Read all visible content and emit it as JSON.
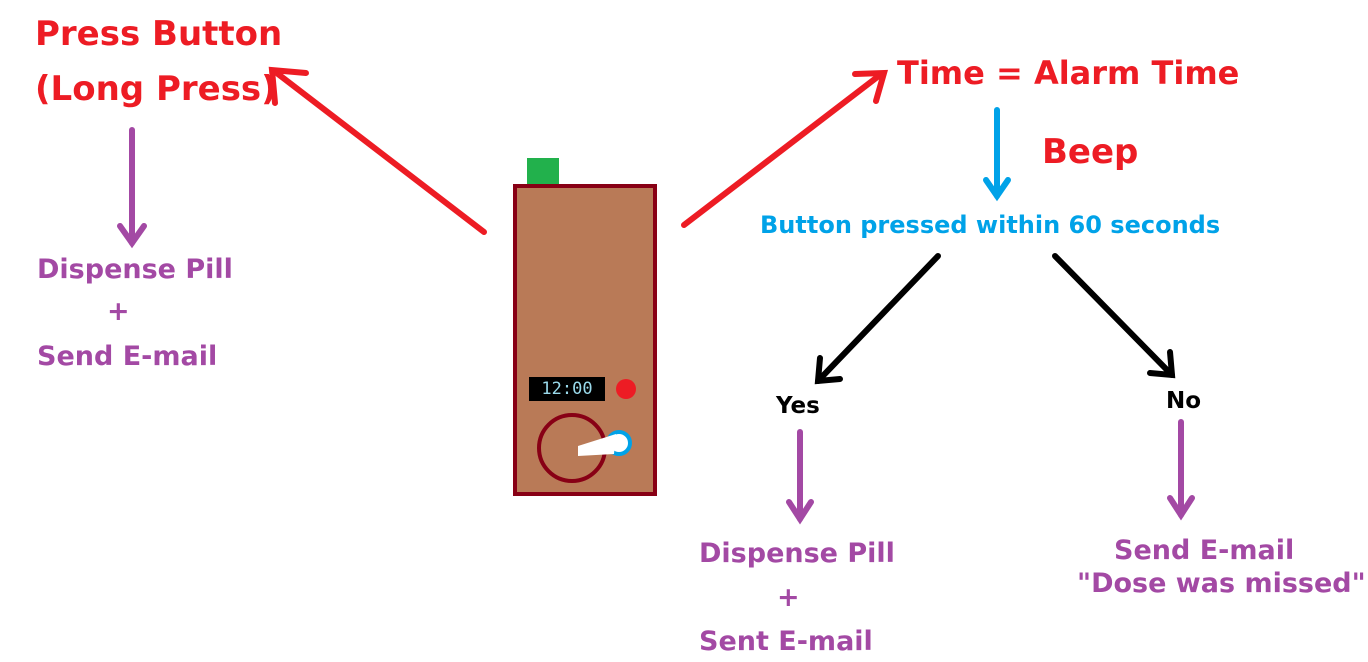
{
  "labels": {
    "long_press_line1": "Press Button",
    "long_press_line2": "(Long Press)",
    "left_dispense": "Dispense Pill",
    "left_plus": "+",
    "left_email": "Send E-mail",
    "alarm_condition": "Time = Alarm Time",
    "beep": "Beep",
    "decision": "Button pressed within 60 seconds",
    "yes": "Yes",
    "no": "No",
    "yes_dispense": "Dispense Pill",
    "yes_plus": "+",
    "yes_email": "Sent E-mail",
    "no_email_line1": "Send E-mail",
    "no_email_line2": "\"Dose was missed\""
  },
  "device": {
    "clock": "12:00"
  },
  "colors": {
    "red": "#ed1c24",
    "purple": "#a349a4",
    "blue": "#00a2e8",
    "black": "#000000",
    "device_body": "#b97a57",
    "device_border": "#880015",
    "device_top_button": "#22b14c",
    "clock_text": "#99d9ea"
  }
}
